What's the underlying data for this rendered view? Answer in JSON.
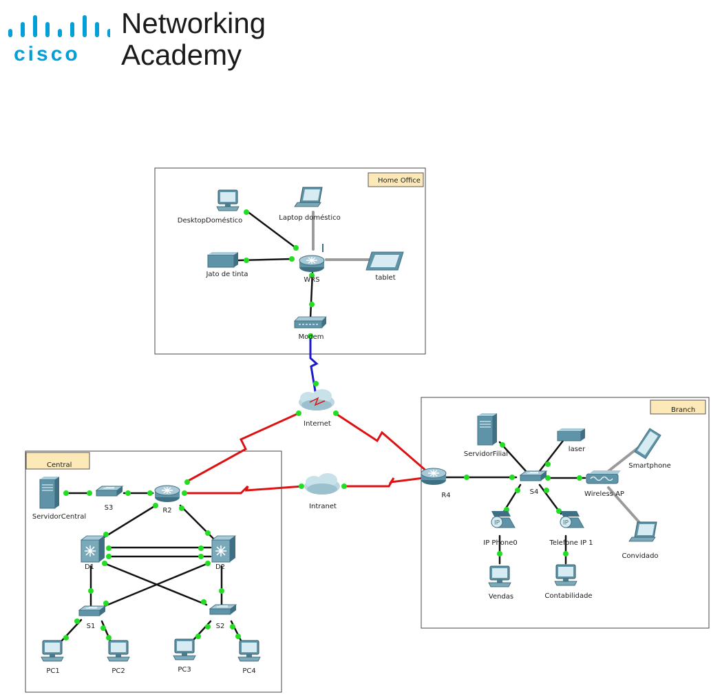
{
  "logo": {
    "brand": "cisco",
    "line1": "Networking",
    "line2": "Academy"
  },
  "areas": {
    "home_office": "Home Office",
    "branch": "Branch",
    "central": "Central"
  },
  "devices": {
    "desktop_domestico": "DesktopDoméstico",
    "laptop_domestico": "Laptop doméstico",
    "jato_de_tinta": "Jato de tinta",
    "wrs": "WRS",
    "tablet": "tablet",
    "modem": "Modem",
    "internet": "Internet",
    "intranet": "Intranet",
    "servidor_filial": "ServidorFilial",
    "laser": "laser",
    "smartphone": "Smartphone",
    "r4": "R4",
    "s4": "S4",
    "wireless_ap": "Wireless AP",
    "ip_phone0": "IP Phone0",
    "telefone_ip1": "Telefone IP 1",
    "convidado": "Convidado",
    "vendas": "Vendas",
    "contabilidade": "Contabilidade",
    "servidor_central": "ServidorCentral",
    "s3": "S3",
    "r2": "R2",
    "d1": "D1",
    "d2": "D2",
    "s1": "S1",
    "s2": "S2",
    "pc1": "PC1",
    "pc2": "PC2",
    "pc3": "PC3",
    "pc4": "PC4"
  },
  "colors": {
    "cisco_blue": "#049fd9",
    "link_ok": "#22dd22",
    "serial_link": "#dd1111",
    "coax_link": "#1a1acc",
    "ethernet_link": "#111111",
    "device_body": "#5f93a8"
  }
}
